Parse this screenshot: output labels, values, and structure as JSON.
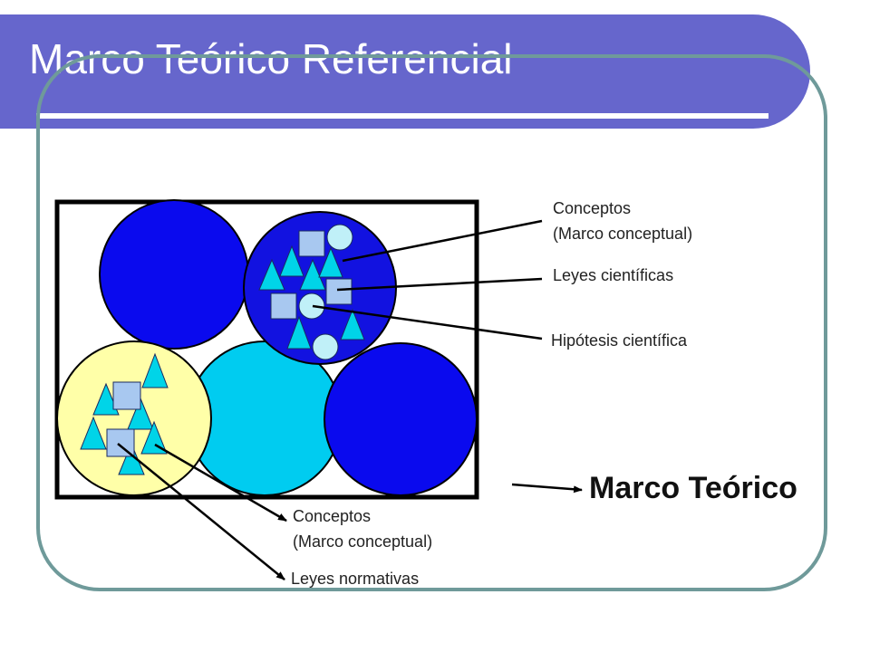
{
  "slide": {
    "title": "Marco Teórico Referencial"
  },
  "labels": {
    "top_conceptos_line1": "Conceptos",
    "top_conceptos_line2": "(Marco conceptual)",
    "leyes_cientificas": "Leyes científicas",
    "hipotesis_cientifica": "Hipótesis científica",
    "bottom_conceptos_line1": "Conceptos",
    "bottom_conceptos_line2": "(Marco conceptual)",
    "leyes_normativas": "Leyes normativas",
    "marco_teorico": "Marco Teórico"
  },
  "colors": {
    "title_bar": "#6666cc",
    "frame_border": "#6f9a9a",
    "dark_blue": "#0a0aee",
    "mid_blue": "#1212e0",
    "cyan": "#00ccf0",
    "light_yellow": "#ffffa8",
    "triangle": "#00d4e8",
    "square": "#a8c8f0",
    "small_circle": "#c0f0f8"
  }
}
